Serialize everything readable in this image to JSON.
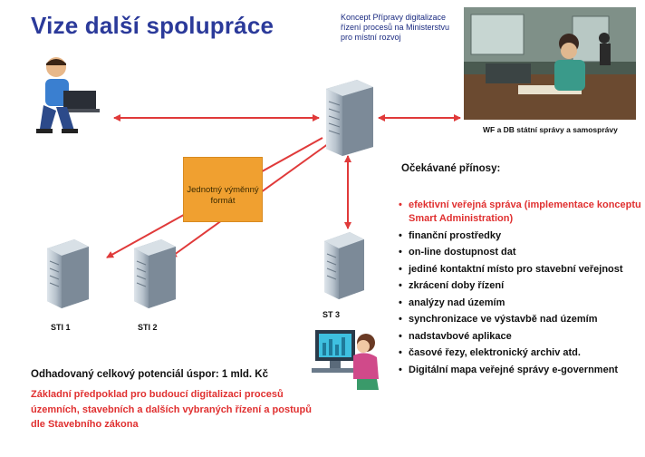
{
  "title": "Vize další spolupráce",
  "concept_caption": "Koncept Přípravy digitalizace řízení procesů na Ministerstvu pro místní rozvoj",
  "photo_caption": "WF a DB státní správy a samosprávy",
  "format_box_label": "Jednotný výměnný formát",
  "servers": {
    "sti1": "STI 1",
    "sti2": "STI 2",
    "st3": "ST 3"
  },
  "benefits": {
    "title": "Očekávané přínosy:",
    "items": [
      "efektivní veřejná správa (implementace konceptu Smart Administration)",
      "finanční prostředky",
      "on-line dostupnost dat",
      "jediné kontaktní místo pro stavební veřejnost",
      "zkrácení doby řízení",
      "analýzy nad územím",
      "synchronizace ve výstavbě nad územím",
      "nadstavbové aplikace",
      "časové řezy, elektronický archiv atd.",
      "Digitální mapa veřejné správy e-government"
    ]
  },
  "savings": "Odhadovaný celkový potenciál úspor: 1 mld. Kč",
  "assumption": "Základní předpoklad pro budoucí digitalizaci procesů územních, stavebních a dalších vybraných řízení a postupů dle Stavebního zákona",
  "colors": {
    "title": "#2b3a9a",
    "arrow": "#e03a3a",
    "highlight": "#e03030",
    "format_box": "#f0a030"
  }
}
